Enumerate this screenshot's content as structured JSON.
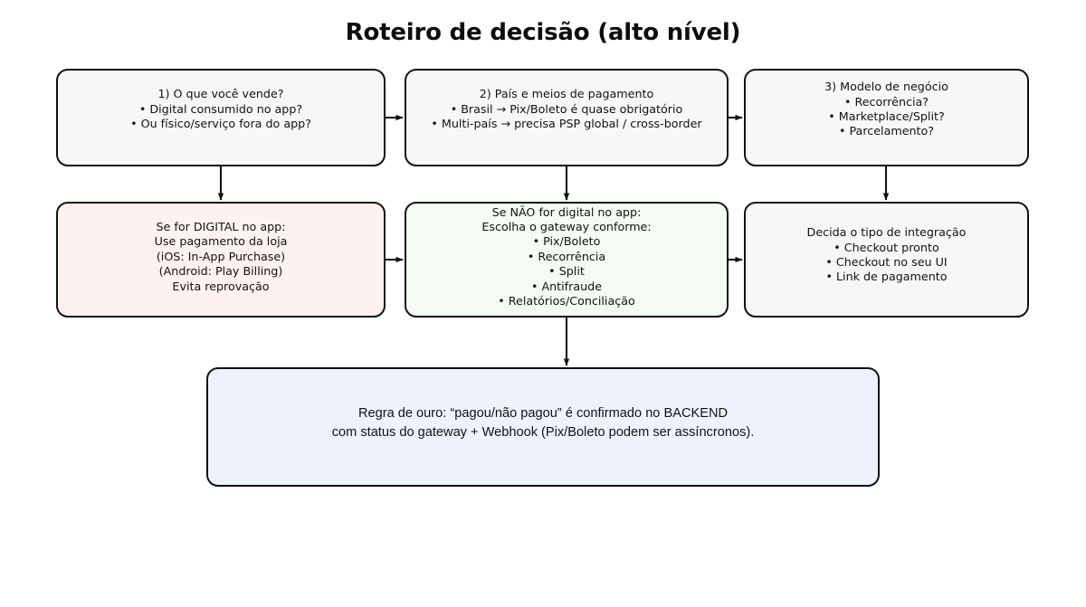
{
  "title": "Roteiro de decisão (alto nível)",
  "nodes": {
    "n1": "1) O que você vende?\n• Digital consumido no app?\n• Ou físico/serviço fora do app?",
    "n2": "2) País e meios de pagamento\n• Brasil → Pix/Boleto é quase obrigatório\n• Multi-país → precisa PSP global / cross-border",
    "n3": "3) Modelo de negócio\n• Recorrência?\n• Marketplace/Split?\n• Parcelamento?",
    "n4": "Se for DIGITAL no app:\nUse pagamento da loja\n(iOS: In-App Purchase)\n(Android: Play Billing)\nEvita reprovação",
    "n5": "Se NÃO for digital no app:\nEscolha o gateway conforme:\n• Pix/Boleto\n• Recorrência\n• Split\n• Antifraude\n• Relatórios/Conciliação",
    "n6": "Decida o tipo de integração\n• Checkout pronto\n• Checkout no seu UI\n• Link de pagamento",
    "n7": "Regra de ouro: “pagou/não pagou” é confirmado no BACKEND\ncom status do gateway + Webhook (Pix/Boleto podem ser assíncronos)."
  },
  "colors": {
    "stroke": "#121212",
    "neutral_fill": "#f7f7f7",
    "pink_fill": "#fdf2f0",
    "green_fill": "#f3fbf3",
    "blue_fill": "#eef2fd",
    "background": "#ffffff"
  },
  "edges": [
    {
      "name": "edge-n1-to-n2",
      "from": "n1",
      "to": "n2",
      "direction": "right"
    },
    {
      "name": "edge-n2-to-n3",
      "from": "n2",
      "to": "n3",
      "direction": "right"
    },
    {
      "name": "edge-n1-to-n4",
      "from": "n1",
      "to": "n4",
      "direction": "down"
    },
    {
      "name": "edge-n2-to-n5",
      "from": "n2",
      "to": "n5",
      "direction": "down"
    },
    {
      "name": "edge-n3-to-n6",
      "from": "n3",
      "to": "n6",
      "direction": "down"
    },
    {
      "name": "edge-n4-to-n5",
      "from": "n4",
      "to": "n5",
      "direction": "right"
    },
    {
      "name": "edge-n5-to-n6",
      "from": "n5",
      "to": "n6",
      "direction": "right"
    },
    {
      "name": "edge-n5-to-n7",
      "from": "n5",
      "to": "n7",
      "direction": "down"
    }
  ]
}
